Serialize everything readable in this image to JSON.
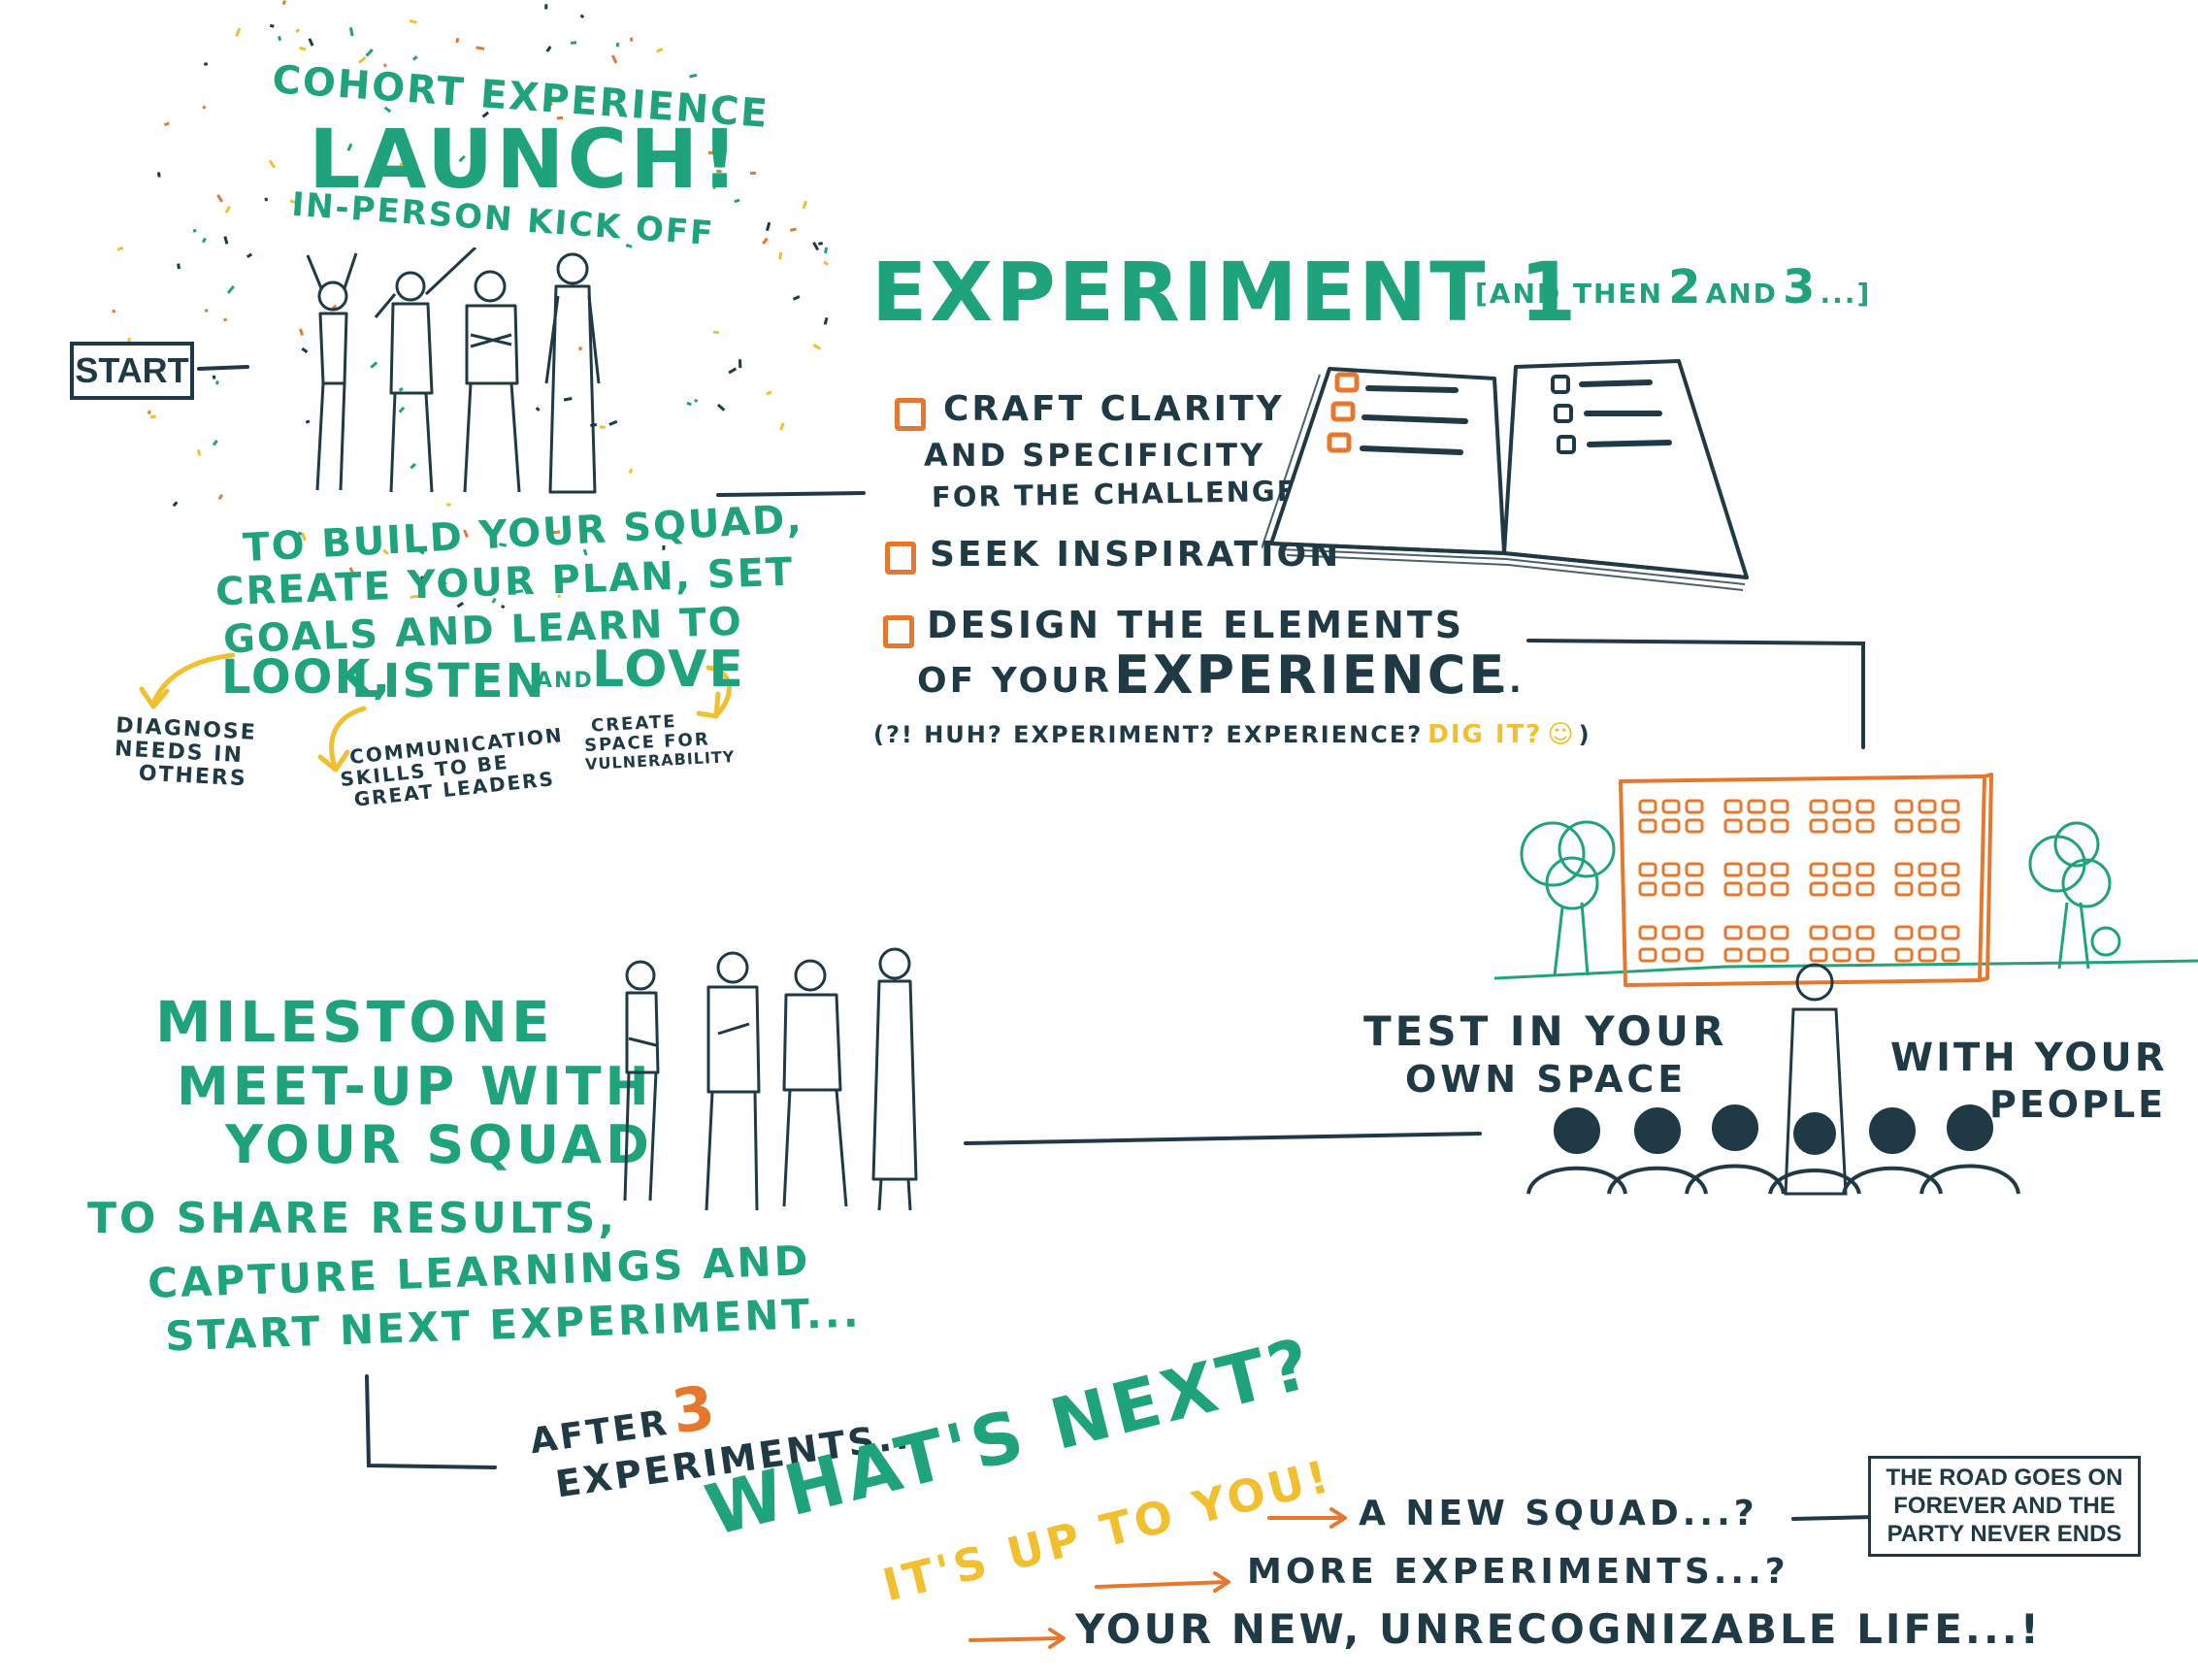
{
  "start": "START",
  "launch": {
    "kicker": "COHORT EXPERIENCE",
    "title": "LAUNCH!",
    "subtitle": "IN-PERSON KICK OFF",
    "goal_lines": [
      "TO BUILD YOUR SQUAD,",
      "CREATE YOUR PLAN, SET",
      "GOALS AND LEARN TO"
    ],
    "look": "LOOK,",
    "listen": "LISTEN",
    "and": "AND",
    "love": "LOVE",
    "sub_items": [
      [
        "DIAGNOSE",
        "NEEDS IN",
        "OTHERS"
      ],
      [
        "COMMUNICATION",
        "SKILLS TO BE",
        "GREAT LEADERS"
      ],
      [
        "CREATE",
        "SPACE FOR",
        "VULNERABILITY"
      ]
    ]
  },
  "experiment": {
    "title": "EXPERIMENT 1",
    "aside_open": "[AND THEN",
    "aside_two": "2",
    "aside_and": "AND",
    "aside_three": "3",
    "aside_close": "...]",
    "items": [
      [
        "CRAFT CLARITY",
        "AND SPECIFICITY",
        "FOR THE CHALLENGE"
      ],
      [
        "SEEK INSPIRATION"
      ],
      [
        "DESIGN THE ELEMENTS",
        "OF YOUR"
      ]
    ],
    "experience_word": "EXPERIENCE",
    "experience_dots": "...",
    "note": "(?! HUH? EXPERIMENT? EXPERIENCE?",
    "note_dig": "DIG IT?",
    "note_end": ")"
  },
  "test": {
    "line1": "TEST IN YOUR",
    "line2": "OWN SPACE",
    "with1": "WITH YOUR",
    "with2": "PEOPLE"
  },
  "milestone": {
    "title_lines": [
      "MILESTONE",
      "MEET-UP WITH",
      "YOUR SQUAD"
    ],
    "desc_lines": [
      "TO SHARE RESULTS,",
      "CAPTURE LEARNINGS AND",
      "START NEXT EXPERIMENT..."
    ]
  },
  "after": {
    "after_word": "AFTER",
    "three": "3",
    "experiments": "EXPERIMENTS...",
    "whats_next": "WHAT'S NEXT?",
    "up_to_you": "IT'S UP TO YOU!",
    "options": [
      "A NEW SQUAD...?",
      "MORE EXPERIMENTS...?",
      "YOUR NEW, UNRECOGNIZABLE LIFE...!"
    ],
    "road_sign": [
      "THE ROAD GOES ON",
      "FOREVER AND THE",
      "PARTY NEVER ENDS"
    ]
  },
  "colors": {
    "green": "#1fa37c",
    "navy": "#1f3a44",
    "orange": "#e8772e",
    "yellow": "#f2bf2f"
  }
}
